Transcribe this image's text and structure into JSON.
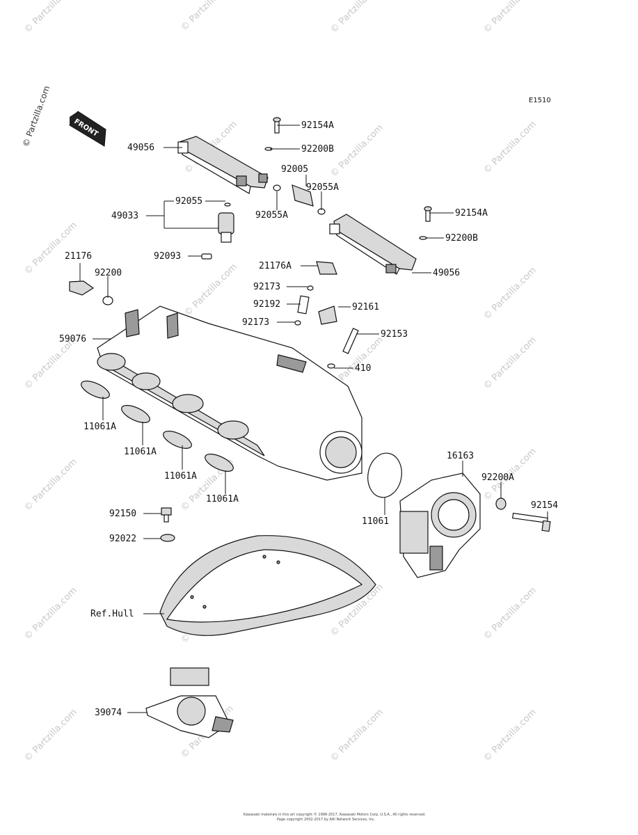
{
  "diagram_code": "E1510",
  "front_badge": "FRONT",
  "watermark": "© Partzilla.com",
  "parts": [
    {
      "id": "p-92154A-top",
      "label": "92154A"
    },
    {
      "id": "p-49056-left",
      "label": "49056"
    },
    {
      "id": "p-92200B-top",
      "label": "92200B"
    },
    {
      "id": "p-92005",
      "label": "92005"
    },
    {
      "id": "p-92055A-right",
      "label": "92055A"
    },
    {
      "id": "p-92055A-left",
      "label": "92055A"
    },
    {
      "id": "p-92055",
      "label": "92055"
    },
    {
      "id": "p-49033",
      "label": "49033"
    },
    {
      "id": "p-92154A-right",
      "label": "92154A"
    },
    {
      "id": "p-92200B-right",
      "label": "92200B"
    },
    {
      "id": "p-92093",
      "label": "92093"
    },
    {
      "id": "p-21176",
      "label": "21176"
    },
    {
      "id": "p-92200",
      "label": "92200"
    },
    {
      "id": "p-21176A",
      "label": "21176A"
    },
    {
      "id": "p-49056-right",
      "label": "49056"
    },
    {
      "id": "p-92173-top",
      "label": "92173"
    },
    {
      "id": "p-92192",
      "label": "92192"
    },
    {
      "id": "p-92161",
      "label": "92161"
    },
    {
      "id": "p-92173-bot",
      "label": "92173"
    },
    {
      "id": "p-92153",
      "label": "92153"
    },
    {
      "id": "p-59076",
      "label": "59076"
    },
    {
      "id": "p-410",
      "label": "410"
    },
    {
      "id": "p-11061A-1",
      "label": "11061A"
    },
    {
      "id": "p-11061A-2",
      "label": "11061A"
    },
    {
      "id": "p-11061A-3",
      "label": "11061A"
    },
    {
      "id": "p-11061A-4",
      "label": "11061A"
    },
    {
      "id": "p-16163",
      "label": "16163"
    },
    {
      "id": "p-92200A",
      "label": "92200A"
    },
    {
      "id": "p-92154",
      "label": "92154"
    },
    {
      "id": "p-11061",
      "label": "11061"
    },
    {
      "id": "p-92150",
      "label": "92150"
    },
    {
      "id": "p-92022",
      "label": "92022"
    },
    {
      "id": "p-ref-hull",
      "label": "Ref.Hull"
    },
    {
      "id": "p-39074",
      "label": "39074"
    }
  ],
  "footer": {
    "line1": "Kawasaki materials in this art copyright © 1996-2017, Kawasaki Motors Corp, U.S.A., All rights reserved.",
    "line2": "Page copyright 2002-2017 by ARI Network Services, Inc."
  }
}
